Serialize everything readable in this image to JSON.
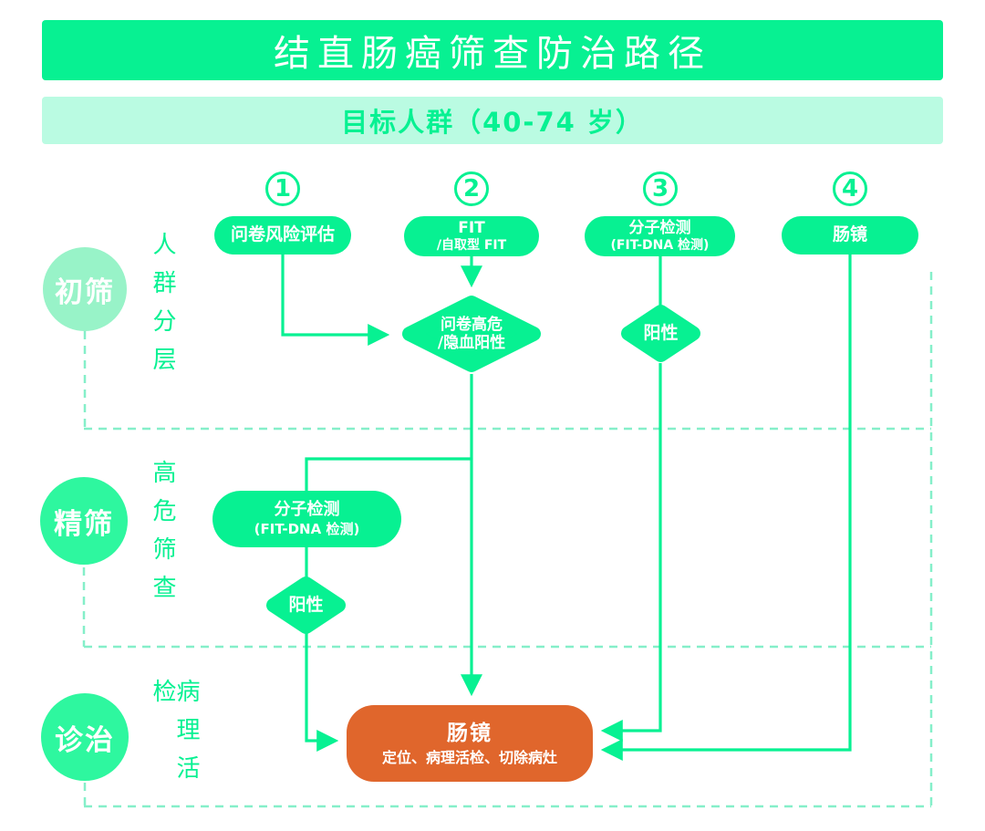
{
  "header": {
    "title": "结直肠癌筛查防治路径"
  },
  "subheader": {
    "label": "目标人群（40-74 岁）"
  },
  "colors": {
    "main_green": "#07F192",
    "pale_circle_green": "#98F3C8",
    "stage_circle_green": "#2EF79F",
    "banner_light_green": "#BAFBE2",
    "dashed_line_green": "#85EFC9",
    "endpoint_orange": "#E0662C"
  },
  "columns": [
    {
      "number": "1",
      "pill_lines": [
        "问卷风险评估",
        ""
      ]
    },
    {
      "number": "2",
      "pill_lines": [
        "FIT",
        "/自取型 FIT"
      ]
    },
    {
      "number": "3",
      "pill_lines": [
        "分子检测",
        "(FIT-DNA 检测)"
      ]
    },
    {
      "number": "4",
      "pill_lines": [
        "肠镜",
        ""
      ]
    }
  ],
  "stages": [
    {
      "circle": "初筛",
      "side_label": "人群分层"
    },
    {
      "circle": "精筛",
      "side_label": "高危筛查"
    },
    {
      "circle": "诊治",
      "side_label": "病理活检"
    }
  ],
  "nodes": {
    "screen_diamond_lines": [
      "问卷高危",
      "/隐血阳性"
    ],
    "col3_positive": "阳性",
    "mid_pill_lines": [
      "分子检测",
      "(FIT-DNA 检测)"
    ],
    "mid_positive": "阳性",
    "endpoint": {
      "title": "肠镜",
      "subtitle": "定位、病理活检、切除病灶"
    }
  }
}
